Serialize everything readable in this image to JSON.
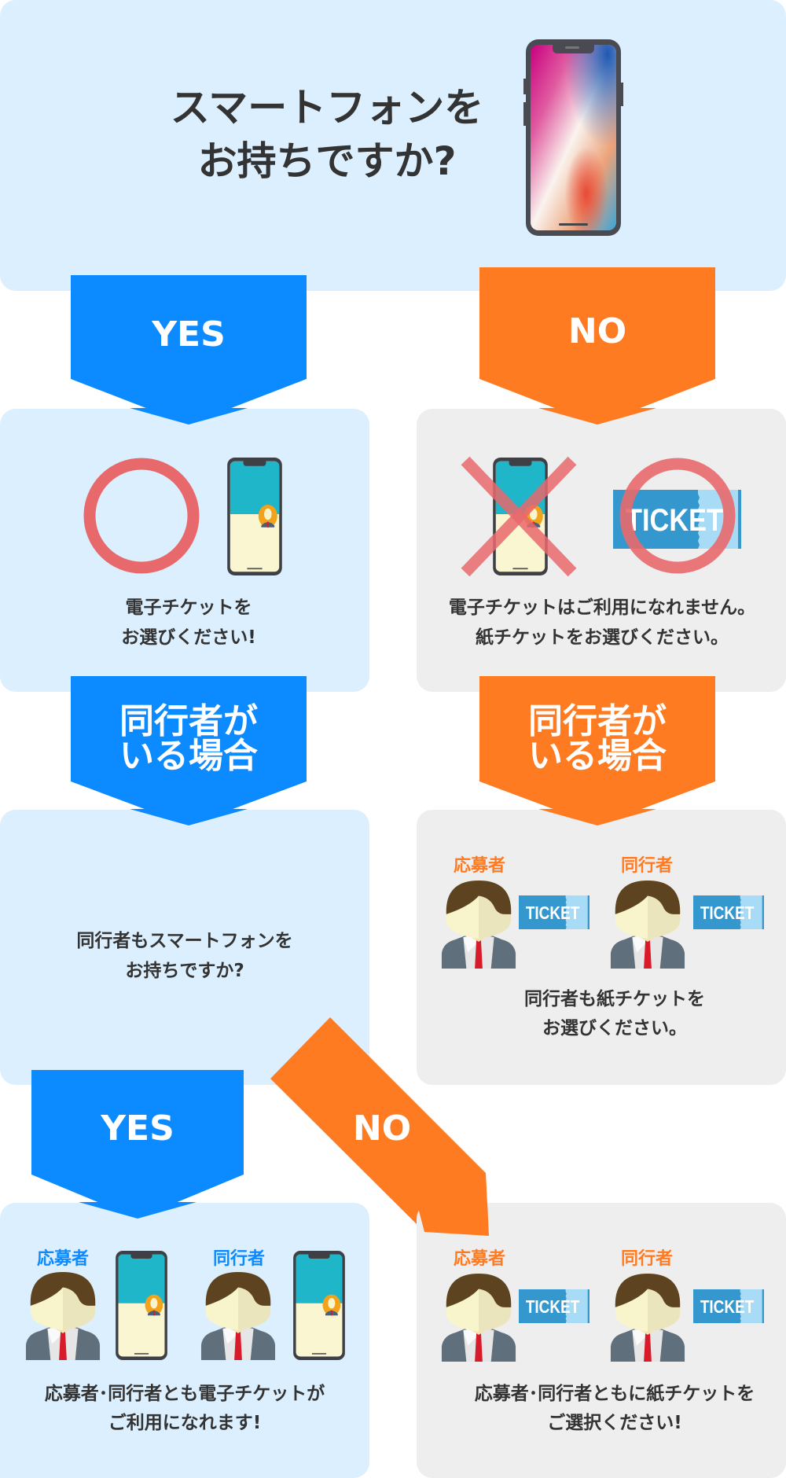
{
  "question": {
    "line1": "スマートフォンを",
    "line2": "お持ちですか?"
  },
  "branch1": {
    "yes_label": "YES",
    "no_label": "NO"
  },
  "yes_result": {
    "line1": "電子チケットを",
    "line2": "お選びください!"
  },
  "no_result": {
    "line1": "電子チケットはご利用になれません。",
    "line2": "紙チケットをお選びください。"
  },
  "companion_arrow": {
    "line1": "同行者が",
    "line2": "いる場合"
  },
  "companion_question": {
    "line1": "同行者もスマートフォンを",
    "line2": "お持ちですか?"
  },
  "companion_no_result": {
    "applicant": "応募者",
    "companion": "同行者",
    "line1": "同行者も紙チケットを",
    "line2": "お選びください。"
  },
  "branch2": {
    "yes_label": "YES",
    "no_label": "NO"
  },
  "final_yes": {
    "applicant": "応募者",
    "companion": "同行者",
    "line1": "応募者･同行者とも電子チケットが",
    "line2": "ご利用になれます!"
  },
  "final_no": {
    "applicant": "応募者",
    "companion": "同行者",
    "line1": "応募者･同行者ともに紙チケットを",
    "line2": "ご選択ください!"
  },
  "ticket_label": "TICKET",
  "colors": {
    "yes": "#0c8aff",
    "no": "#ff7b22",
    "yes_bg": "#dbeffe",
    "no_bg": "#eeeeee",
    "mark": "#e8696c"
  }
}
